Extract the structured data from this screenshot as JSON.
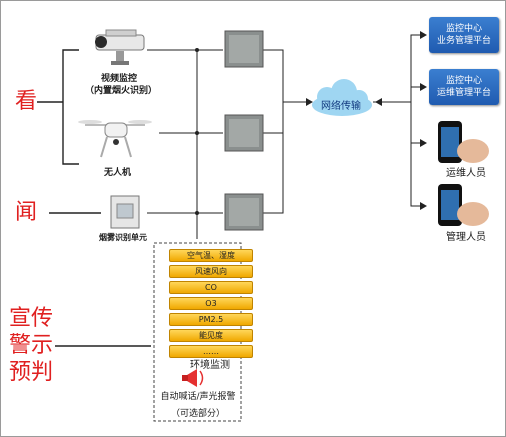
{
  "left_labels": {
    "see": "看",
    "hear": "闻",
    "warn": [
      "宣传",
      "警示",
      "预判"
    ]
  },
  "devices": {
    "camera_label_1": "视频监控",
    "camera_label_2": "（内置烟火识别）",
    "drone_label": "无人机",
    "smoke_label": "烟雾识别单元"
  },
  "env": {
    "sensors": [
      "空气温、湿度",
      "风速风向",
      "CO",
      "O3",
      "PM2.5",
      "能见度",
      "……"
    ],
    "label": "环境监测",
    "alarm_label": "自动喊话/声光报警",
    "optional_label": "（可选部分）"
  },
  "network": {
    "label": "网络传输"
  },
  "platforms": [
    {
      "line1": "监控中心",
      "line2": "业务管理平台"
    },
    {
      "line1": "监控中心",
      "line2": "运维管理平台"
    }
  ],
  "people": {
    "ops_label": "运维人员",
    "mgmt_label": "管理人员"
  },
  "colors": {
    "accent_red": "#e02020",
    "platform_blue": "#1f5bb0",
    "sensor_yellow": "#f5b800"
  }
}
